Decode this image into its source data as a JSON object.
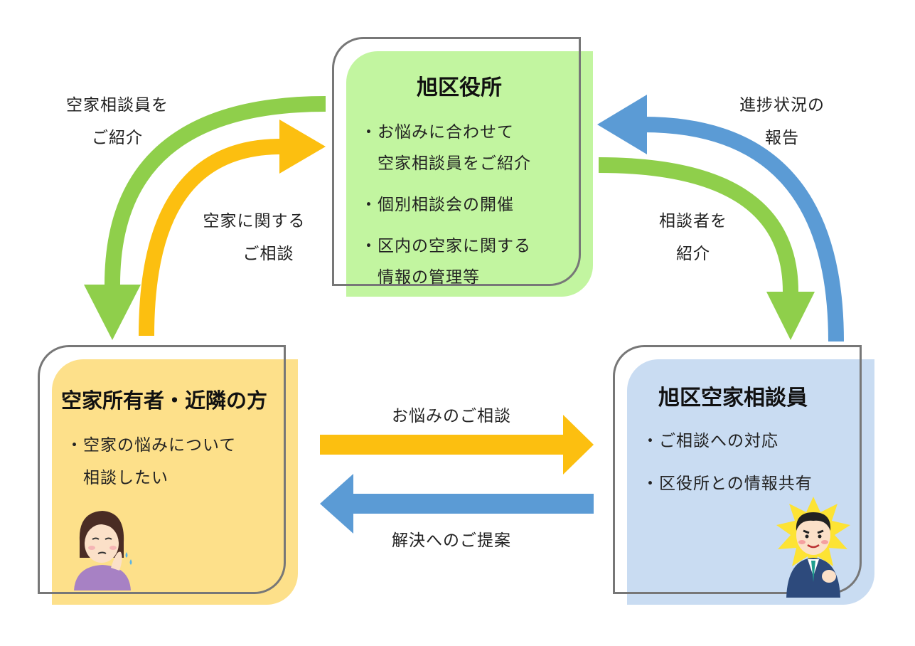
{
  "colors": {
    "office_fill": "#c2f5a0",
    "owner_fill": "#fde08a",
    "counselor_fill": "#c9dcf2",
    "outline": "#777777",
    "arrow_green": "#8fcf4b",
    "arrow_yellow": "#fcbf10",
    "arrow_blue": "#5b9bd5"
  },
  "office": {
    "title": "旭区役所",
    "items": [
      "・お悩みに合わせて",
      "　空家相談員をご紹介",
      "・個別相談会の開催",
      "・区内の空家に関する",
      "　情報の管理等"
    ]
  },
  "owner": {
    "title": "空家所有者・近隣の方",
    "items": [
      "・空家の悩みについて",
      "　相談したい"
    ]
  },
  "counselor": {
    "title": "旭区空家相談員",
    "items": [
      "・ご相談への対応",
      "・区役所との情報共有"
    ]
  },
  "labels": {
    "introduce_counselor": [
      "空家相談員を",
      "ご紹介"
    ],
    "consult_vacant": [
      "空家に関する",
      "ご相談"
    ],
    "progress_report": [
      "進捗状況の",
      "報告"
    ],
    "introduce_consultant": [
      "相談者を",
      "紹介"
    ],
    "consult_worries": "お悩みのご相談",
    "propose_solution": "解決へのご提案"
  }
}
